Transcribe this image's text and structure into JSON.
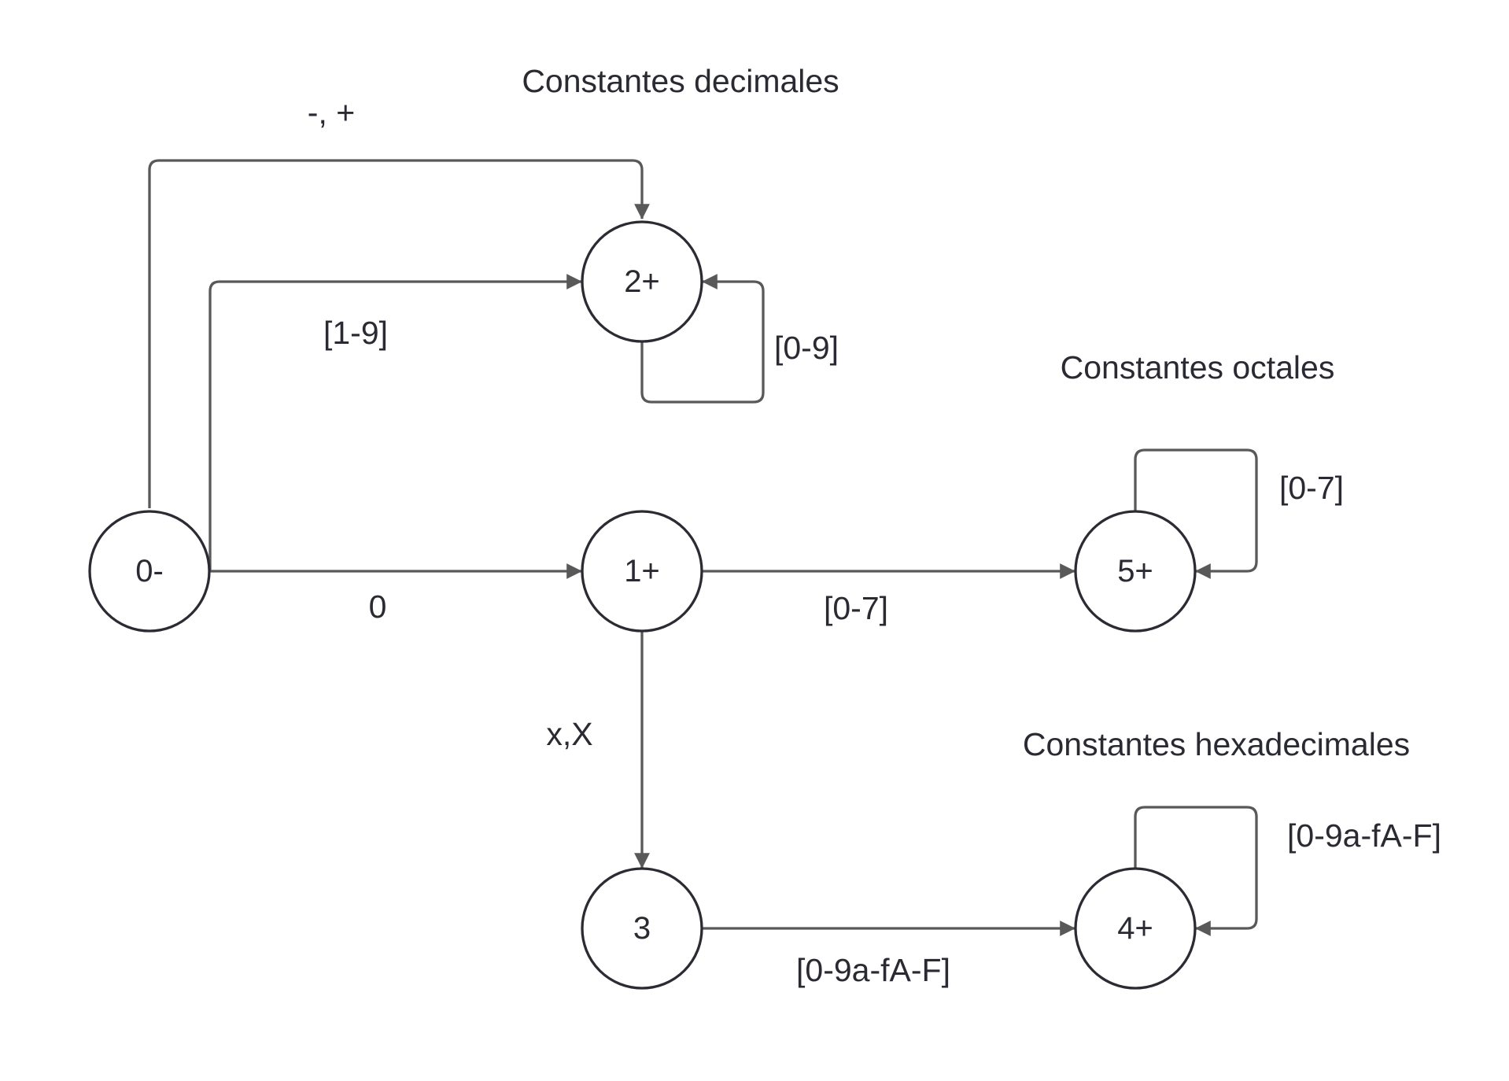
{
  "headings": {
    "decimal": "Constantes decimales",
    "octal": "Constantes octales",
    "hex": "Constantes hexadecimales"
  },
  "nodes": [
    {
      "id": "n0",
      "label": "0-"
    },
    {
      "id": "n1",
      "label": "1+"
    },
    {
      "id": "n2",
      "label": "2+"
    },
    {
      "id": "n3",
      "label": "3"
    },
    {
      "id": "n4",
      "label": "4+"
    },
    {
      "id": "n5",
      "label": "5+"
    }
  ],
  "edges": [
    {
      "from": "0-",
      "to": "2+",
      "label": "-, +"
    },
    {
      "from": "0-",
      "to": "2+",
      "label": "[1-9]"
    },
    {
      "from": "2+",
      "to": "2+",
      "label": "[0-9]"
    },
    {
      "from": "0-",
      "to": "1+",
      "label": "0"
    },
    {
      "from": "1+",
      "to": "5+",
      "label": "[0-7]"
    },
    {
      "from": "5+",
      "to": "5+",
      "label": "[0-7]"
    },
    {
      "from": "1+",
      "to": "3",
      "label": "x,X"
    },
    {
      "from": "3",
      "to": "4+",
      "label": "[0-9a-fA-F]"
    },
    {
      "from": "4+",
      "to": "4+",
      "label": "[0-9a-fA-F]"
    }
  ]
}
